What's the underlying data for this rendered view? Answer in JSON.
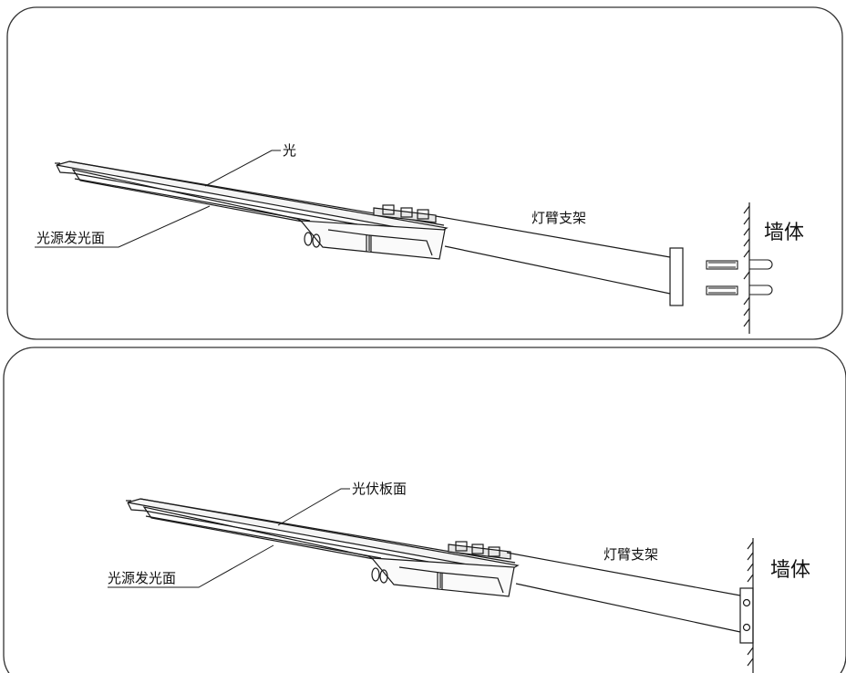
{
  "panels": [
    {
      "id": "before",
      "labels": {
        "panel_face": "光",
        "light_face": "光源发光面",
        "arm": "灯臂支架",
        "wall": "墙体"
      }
    },
    {
      "id": "after",
      "labels": {
        "panel_face": "光伏板面",
        "light_face": "光源发光面",
        "arm": "灯臂支架",
        "wall": "墙体"
      }
    }
  ],
  "colors": {
    "stroke": "#1a1a1a",
    "frame": "#333333",
    "background": "#ffffff"
  }
}
